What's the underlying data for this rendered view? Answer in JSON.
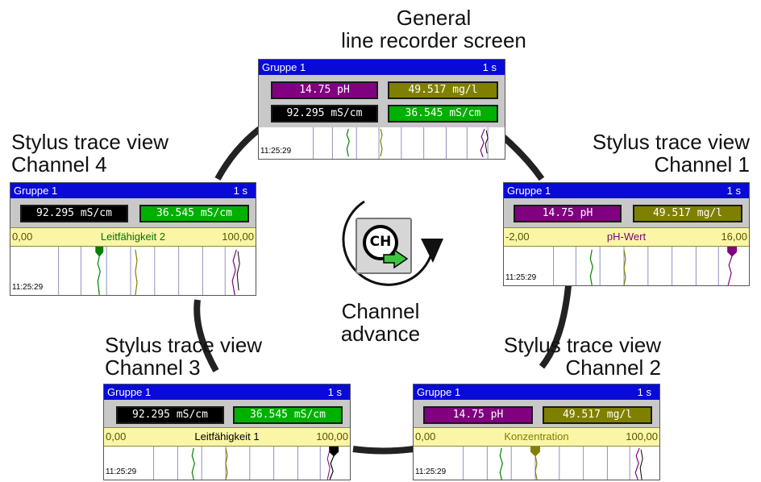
{
  "captions": {
    "general": [
      "General",
      "line recorder screen"
    ],
    "ch4": [
      "Stylus trace view",
      "Channel 4"
    ],
    "ch1": [
      "Stylus trace view",
      "Channel 1"
    ],
    "ch3": [
      "Stylus trace view",
      "Channel 3"
    ],
    "ch2": [
      "Stylus trace view",
      "Channel 2"
    ],
    "center": [
      "Channel",
      "advance"
    ]
  },
  "ch_button": {
    "label": "CH",
    "icon": "channel-advance-icon"
  },
  "colors": {
    "header": "#0a0ad8",
    "ph": "#800080",
    "mg": "#808000",
    "ms_black": "#000000",
    "ms_green": "#00b000",
    "scale_bg": "#fbf6a6"
  },
  "panels": {
    "general": {
      "group": "Gruppe 1",
      "interval": "1 s",
      "time": "11:25:29",
      "values": [
        "14.75 pH",
        "49.517 mg/l",
        "92.295 mS/cm",
        "36.545 mS/cm"
      ]
    },
    "ch4": {
      "group": "Gruppe 1",
      "interval": "1 s",
      "time": "11:25:29",
      "values": [
        "92.295 mS/cm",
        "36.545 mS/cm"
      ],
      "scale": {
        "min": "0,00",
        "name": "Leitfähigkeit 2",
        "max": "100,00"
      }
    },
    "ch1": {
      "group": "Gruppe 1",
      "interval": "1 s",
      "time": "11:25:29",
      "values": [
        "14.75 pH",
        "49.517 mg/l"
      ],
      "scale": {
        "min": "-2,00",
        "name": "pH-Wert",
        "max": "16,00"
      }
    },
    "ch3": {
      "group": "Gruppe 1",
      "interval": "1 s",
      "time": "11:25:29",
      "values": [
        "92.295 mS/cm",
        "36.545 mS/cm"
      ],
      "scale": {
        "min": "0,00",
        "name": "Leitfähigkeit 1",
        "max": "100,00"
      }
    },
    "ch2": {
      "group": "Gruppe 1",
      "interval": "1 s",
      "time": "11:25:29",
      "values": [
        "14.75 pH",
        "49.517 mg/l"
      ],
      "scale": {
        "min": "0,00",
        "name": "Konzentration",
        "max": "100,00"
      }
    }
  }
}
